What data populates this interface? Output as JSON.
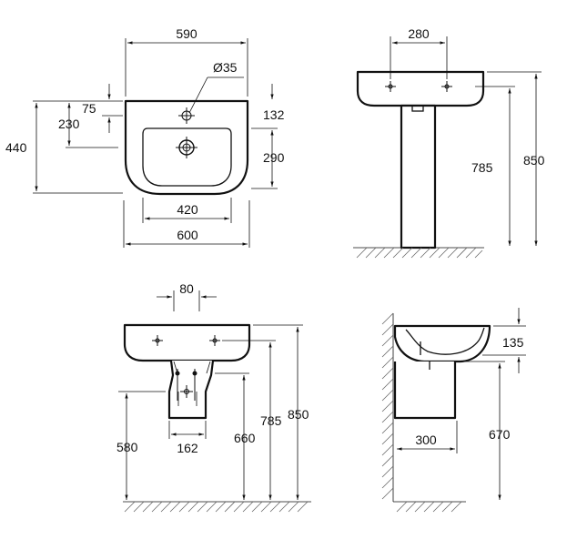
{
  "top_view": {
    "width_rim": "590",
    "tap_hole": "Ø35",
    "tap_offset": "75",
    "waste_from_back": "230",
    "depth": "440",
    "back_to_tap": "132",
    "bowl_depth": "290",
    "bowl_width": "420",
    "overall_width": "600"
  },
  "front_pedestal": {
    "tap_spacing": "280",
    "rim_height": "785",
    "top_height": "850"
  },
  "front_semipedestal": {
    "centers": "80",
    "outlet_height": "580",
    "shroud_width": "162",
    "fixing_height": "660",
    "rim_height": "785",
    "top_height": "850"
  },
  "side_view": {
    "basin_height": "135",
    "projection": "300",
    "bottom_height": "670"
  }
}
